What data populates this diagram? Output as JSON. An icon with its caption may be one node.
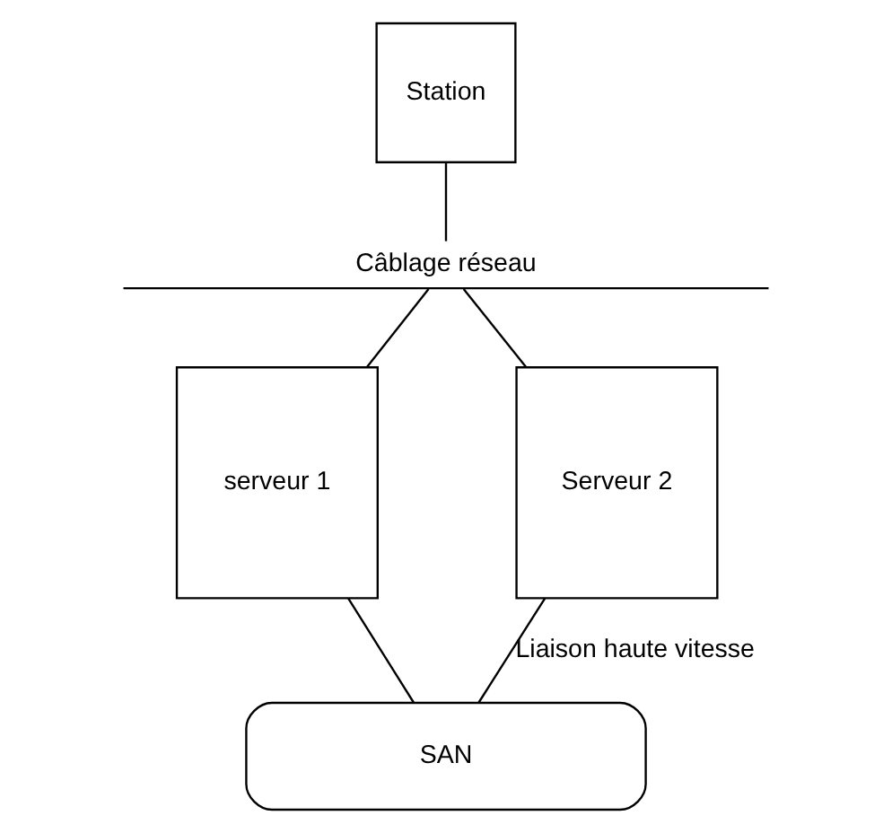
{
  "diagram": {
    "nodes": [
      {
        "text": [
          "Station"
        ]
      },
      {
        "text": [
          "Câblage réseau"
        ]
      },
      {
        "text": [
          "serveur 1"
        ]
      },
      {
        "text": [
          "Serveur 2"
        ]
      },
      {
        "text": [
          "SAN"
        ]
      }
    ],
    "edges": [
      {
        "from": 0,
        "to": 1,
        "arrow": "none"
      },
      {
        "from": 1,
        "to": 2,
        "arrow": "none"
      },
      {
        "from": 1,
        "to": 3,
        "arrow": "none"
      },
      {
        "from": 2,
        "to": 4,
        "arrow": "none"
      },
      {
        "from": 3,
        "to": 4,
        "arrow": "none",
        "label": "Liaison haute vitesse"
      }
    ]
  }
}
